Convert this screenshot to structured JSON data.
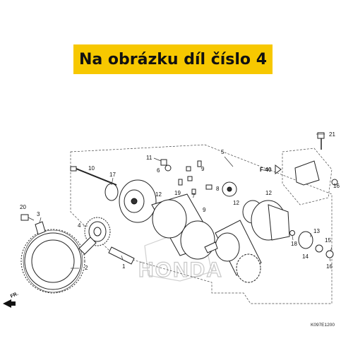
{
  "banner": {
    "text": "Na obrázku díl číslo 4",
    "color": "#f7c800"
  },
  "diagram": {
    "part_numbers": [
      "1",
      "2",
      "3",
      "4",
      "5",
      "6",
      "7",
      "8",
      "9",
      "10",
      "11",
      "12",
      "13",
      "14",
      "15",
      "16",
      "17",
      "18",
      "19",
      "20",
      "21"
    ],
    "reference_label": "F-40",
    "direction_label": "FR.",
    "watermark": "HONDA",
    "drawing_code": "K097E1200"
  },
  "callouts": {
    "n1": "1",
    "n2": "2",
    "n3": "3",
    "n4": "4",
    "n5": "5",
    "n6": "6",
    "n7": "7",
    "n8": "8",
    "n9a": "9",
    "n9b": "9",
    "n10": "10",
    "n11": "11",
    "n12a": "12",
    "n12b": "12",
    "n12c": "12",
    "n13": "13",
    "n14": "14",
    "n15": "15",
    "n16a": "16",
    "n16b": "16",
    "n17": "17",
    "n18": "18",
    "n19": "19",
    "n20": "20",
    "n21": "21"
  }
}
